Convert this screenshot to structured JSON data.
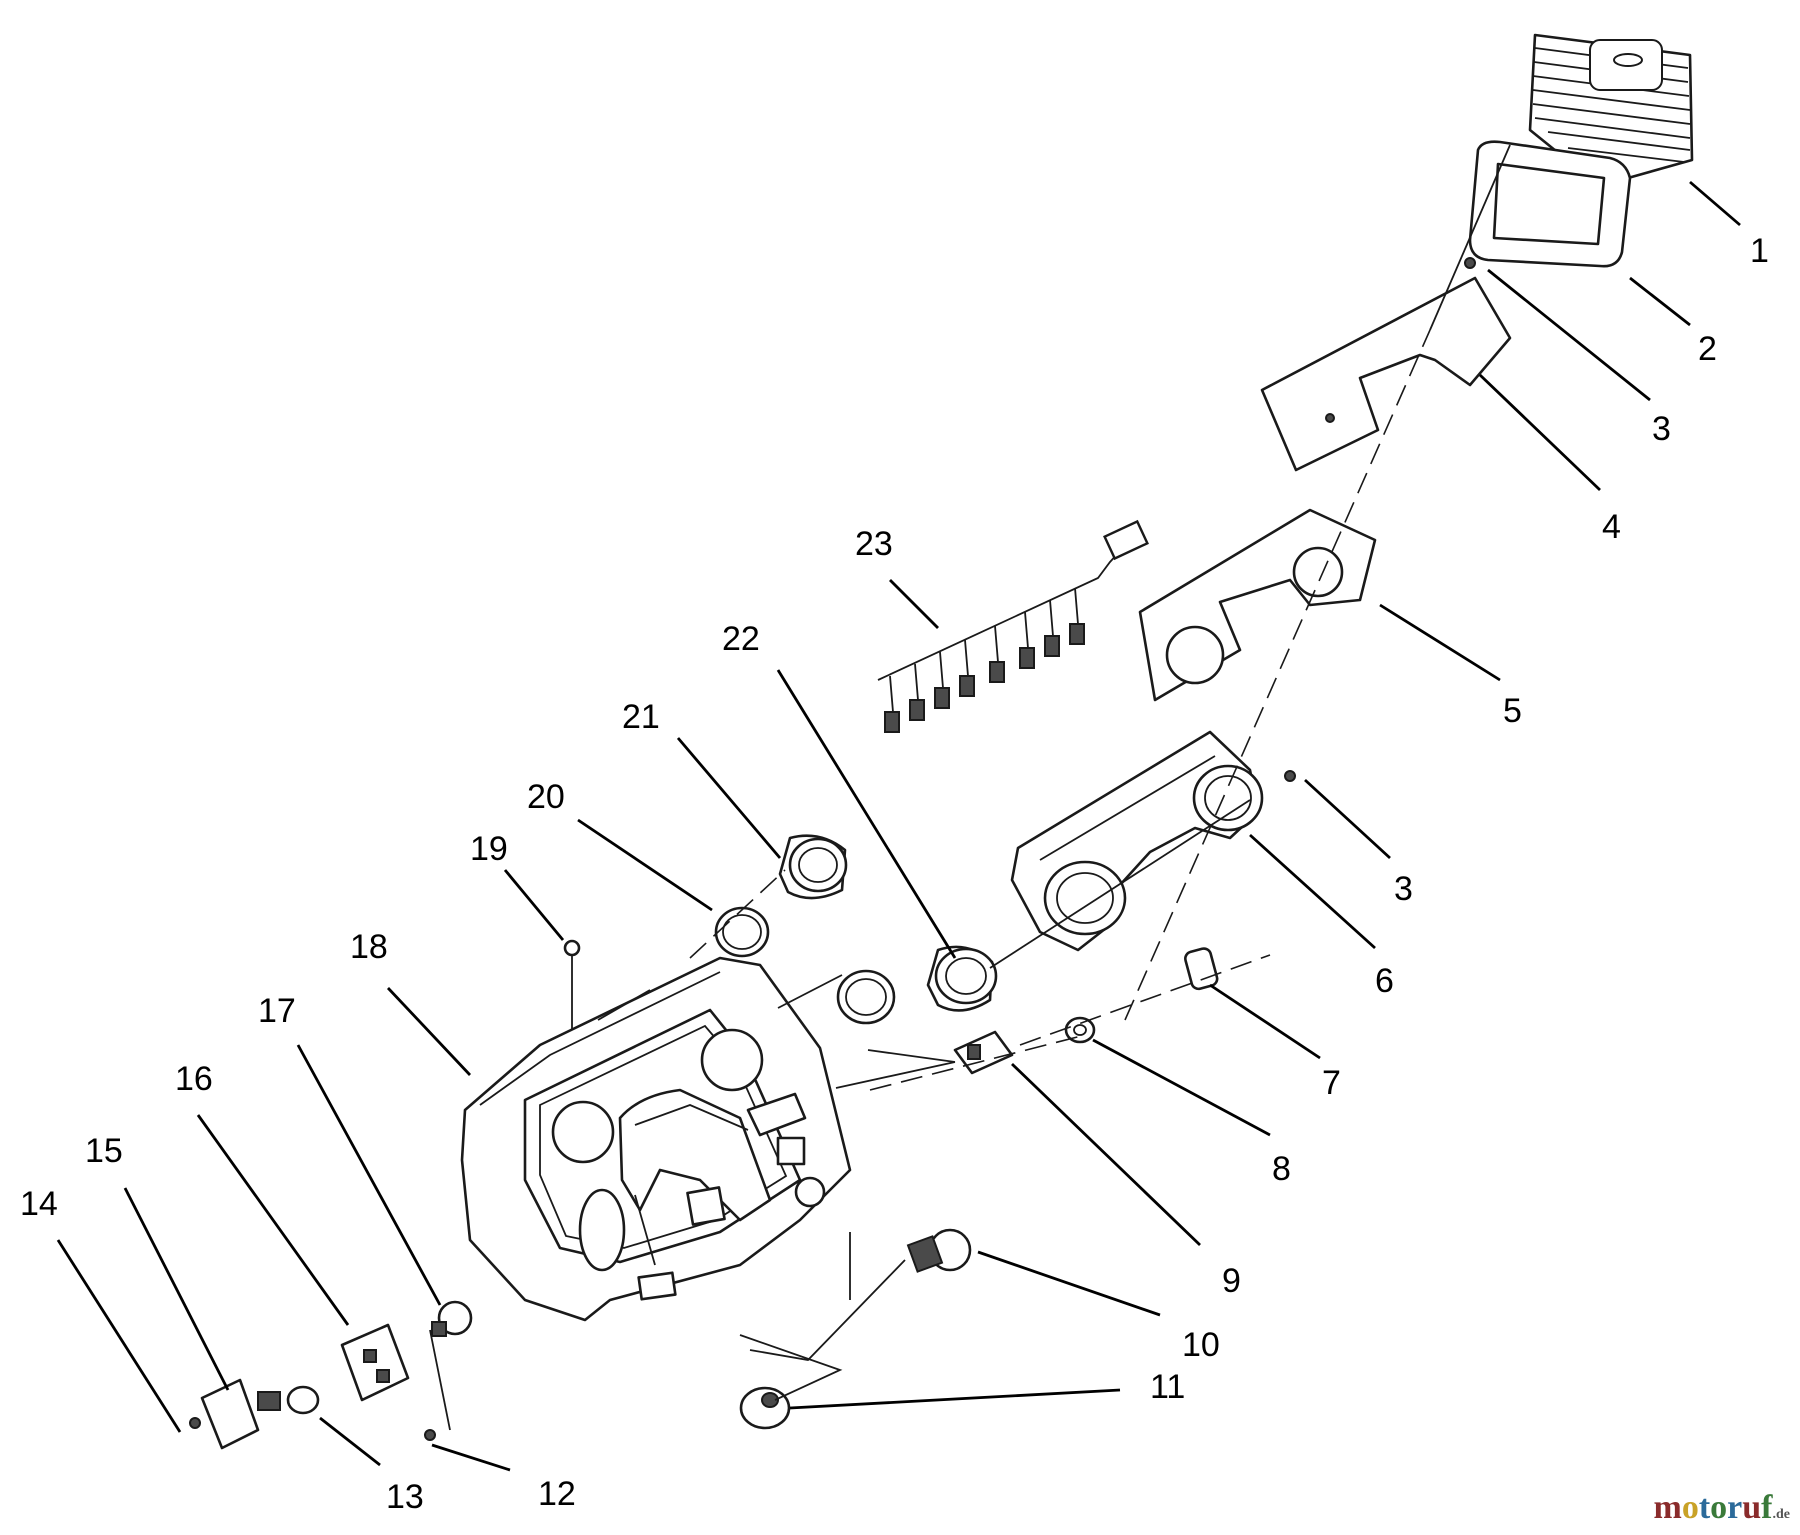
{
  "callouts": {
    "c1": "1",
    "c2": "2",
    "c3a": "3",
    "c3b": "3",
    "c4": "4",
    "c5": "5",
    "c6": "6",
    "c7": "7",
    "c8": "8",
    "c9": "9",
    "c10": "10",
    "c11": "11",
    "c12": "12",
    "c13": "13",
    "c14": "14",
    "c15": "15",
    "c16": "16",
    "c17": "17",
    "c18": "18",
    "c19": "19",
    "c20": "20",
    "c21": "21",
    "c22": "22",
    "c23": "23"
  },
  "watermark": {
    "m": "m",
    "o1": "o",
    "t": "t",
    "o2": "o",
    "r": "r",
    "u": "u",
    "f": "f",
    "de": ".de"
  }
}
